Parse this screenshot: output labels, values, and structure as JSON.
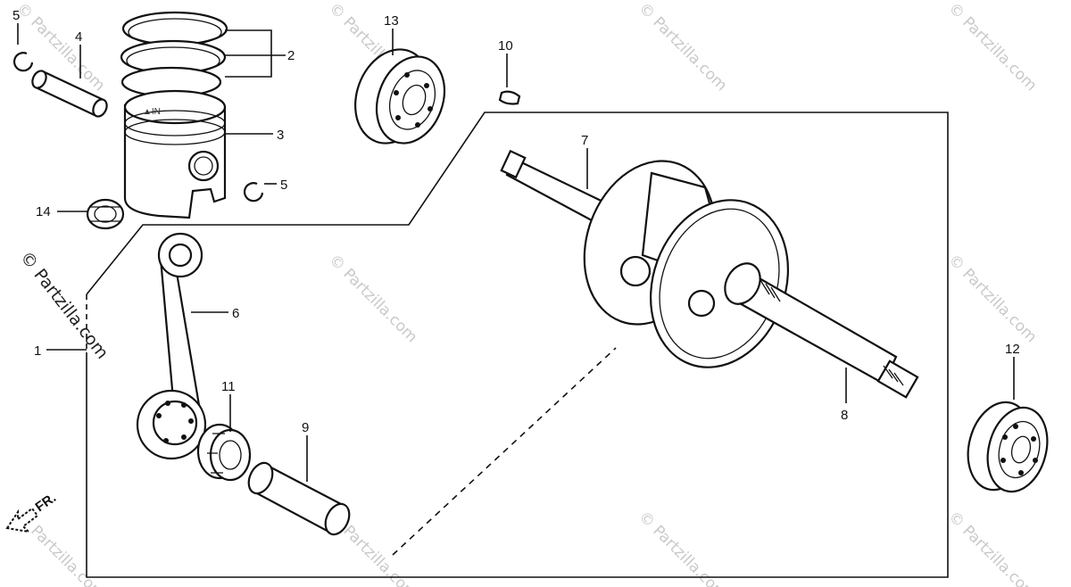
{
  "watermark": "© Partzilla.com",
  "direction_label": "FR.",
  "callouts": {
    "c1": "1",
    "c2": "2",
    "c3": "3",
    "c4": "4",
    "c5a": "5",
    "c5b": "5",
    "c6": "6",
    "c7": "7",
    "c8": "8",
    "c9": "9",
    "c10": "10",
    "c11": "11",
    "c12": "12",
    "c13": "13",
    "c14": "14"
  }
}
